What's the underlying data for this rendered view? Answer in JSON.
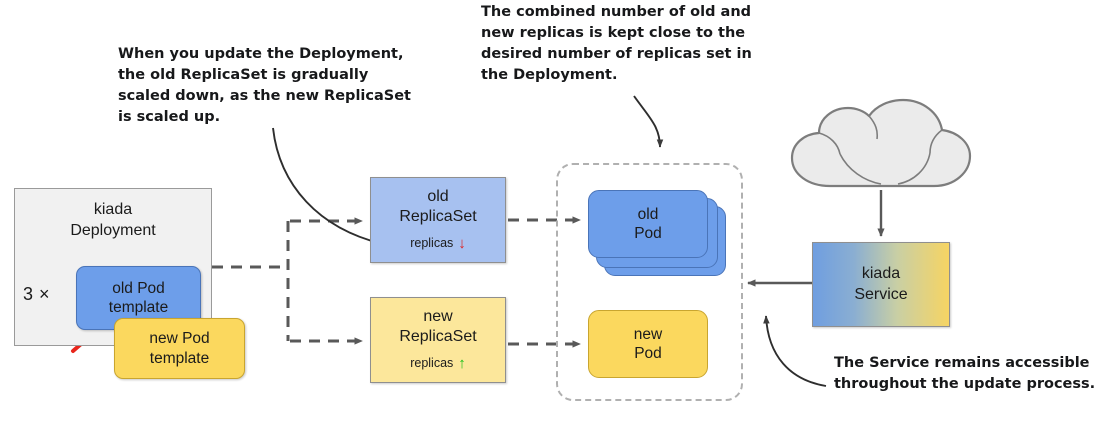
{
  "diagram": {
    "title": "Kubernetes Deployment rolling update",
    "colors": {
      "replicaset_old_fill": "#a7c1f0",
      "replicaset_new_fill": "#fce79b",
      "pod_old_fill": "#6d9eea",
      "pod_new_fill": "#fbd85e",
      "deployment_fill": "#f1f1f1",
      "service_gradient_start": "#6f9ee0",
      "service_gradient_end": "#f6d463",
      "strike_through": "#e8261c",
      "scale_down_arrow": "#e02020",
      "scale_up_arrow": "#18c018",
      "connector": "#595959",
      "dashed_group": "#b0b0b0"
    }
  },
  "callouts": {
    "update": "When you update the Deployment,\nthe old ReplicaSet is gradually\nscaled down, as the new ReplicaSet\nis scaled up.",
    "combined": "The combined number of old and\nnew replicas is kept close to the\ndesired number of replicas set in\nthe Deployment.",
    "service": "The Service remains accessible\nthroughout the update process."
  },
  "deployment": {
    "title": "kiada\nDeployment",
    "multiplier": "3 ×",
    "old_pod_template": "old Pod\ntemplate",
    "new_pod_template": "new Pod\ntemplate",
    "strike_marker": "red-x-strikethrough"
  },
  "replicasets": [
    {
      "id": "old",
      "title": "old\nReplicaSet",
      "replicas_label": "replicas",
      "replicas_trend": "↓",
      "trend_icon": "arrow-down-icon",
      "trend_color": "#e02020"
    },
    {
      "id": "new",
      "title": "new\nReplicaSet",
      "replicas_label": "replicas",
      "replicas_trend": "↑",
      "trend_icon": "arrow-up-icon",
      "trend_color": "#18c018"
    }
  ],
  "pods": [
    {
      "id": "old",
      "label": "old\nPod",
      "stacked": true
    },
    {
      "id": "new",
      "label": "new\nPod",
      "stacked": false
    }
  ],
  "service": {
    "label": "kiada\nService"
  },
  "cloud": {
    "icon": "cloud-icon",
    "label": ""
  }
}
